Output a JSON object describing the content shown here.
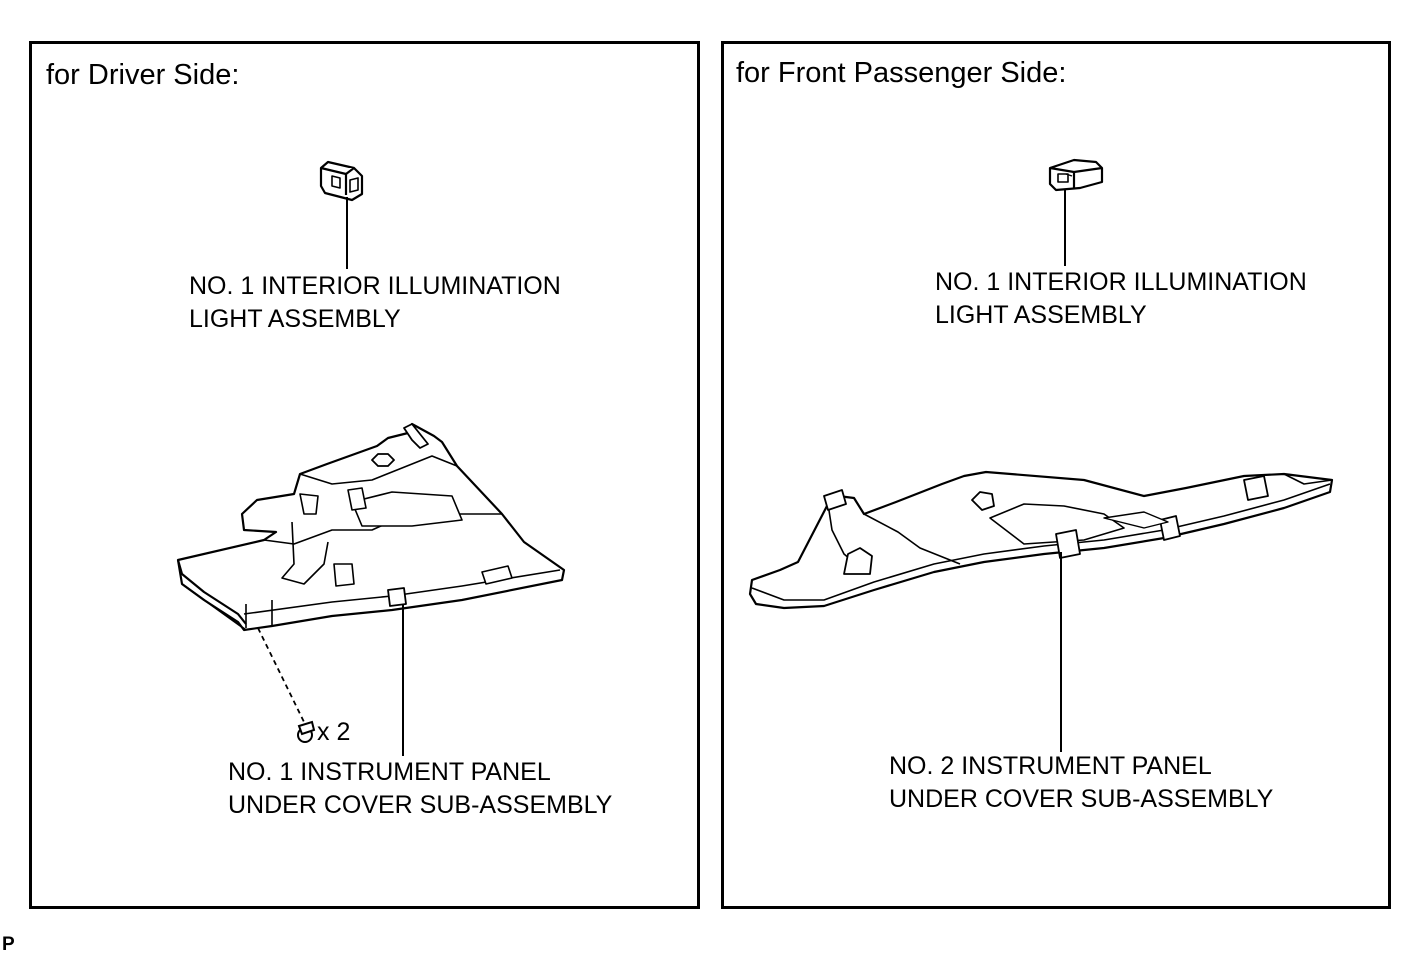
{
  "driver_panel": {
    "title": "for Driver Side:",
    "light_label": {
      "line1": "NO. 1 INTERIOR ILLUMINATION",
      "line2": "LIGHT ASSEMBLY"
    },
    "cover_label": {
      "line1": "NO. 1 INSTRUMENT PANEL",
      "line2": "UNDER COVER SUB-ASSEMBLY"
    },
    "screw_qty": "x 2"
  },
  "passenger_panel": {
    "title": "for Front Passenger Side:",
    "light_label": {
      "line1": "NO. 1 INTERIOR ILLUMINATION",
      "line2": "LIGHT ASSEMBLY"
    },
    "cover_label": {
      "line1": "NO. 2 INSTRUMENT PANEL",
      "line2": "UNDER COVER SUB-ASSEMBLY"
    }
  },
  "footer": {
    "code": "P"
  },
  "colors": {
    "line": "#000000",
    "background": "#ffffff",
    "part_fill": "#ffffff"
  }
}
